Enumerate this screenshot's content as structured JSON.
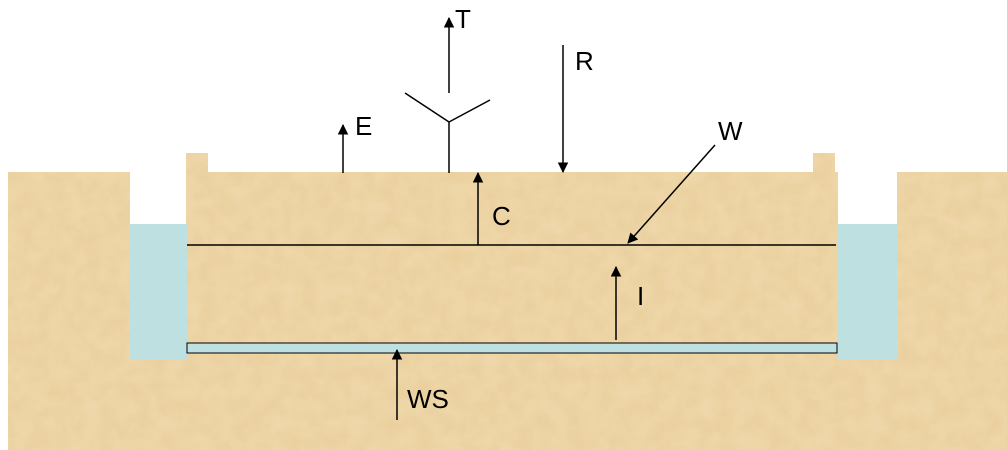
{
  "labels": {
    "T": "T",
    "R": "R",
    "E": "E",
    "W": "W",
    "C": "C",
    "I": "I",
    "WS": "WS"
  },
  "colors": {
    "soil": "#efd9ad",
    "water": "#bfe0e0",
    "line": "#000000",
    "background": "#ffffff"
  }
}
